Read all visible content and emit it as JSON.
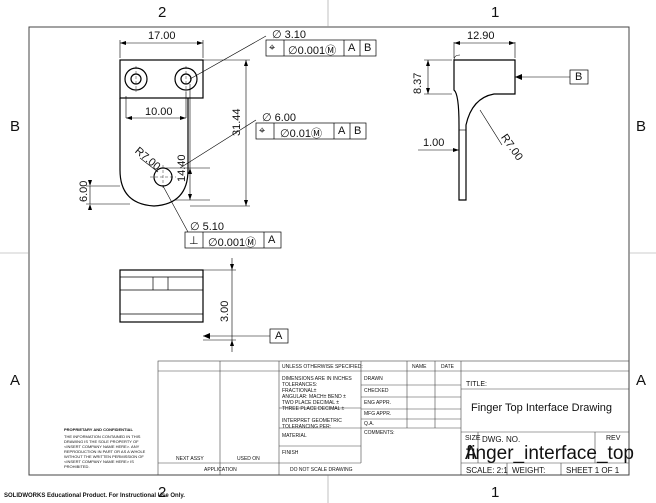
{
  "zones": {
    "top": [
      "2",
      "1"
    ],
    "bottom": [
      "2",
      "1"
    ],
    "left": [
      "B",
      "A"
    ],
    "right": [
      "B",
      "A"
    ]
  },
  "dimensions": {
    "width_17": "17.00",
    "width_10": "10.00",
    "height_31": "31.44",
    "height_14": "14.40",
    "height_6": "6.00",
    "radius_7_front": "R7.00",
    "radius_7_side": "R7.00",
    "width_12": "12.90",
    "height_8": "8.37",
    "thick_1": "1.00",
    "height_3": "3.00"
  },
  "fcf": {
    "dia_310": "∅ 3.10",
    "dia_600": "∅ 6.00",
    "dia_510": "∅ 5.10",
    "pos_tol_1": "∅0.001Ⓜ",
    "pos_tol_2": "∅0.01Ⓜ",
    "perp_tol": "∅0.001Ⓜ",
    "pos_symbol": "⌖",
    "perp_symbol": "⊥",
    "datum_a": "A",
    "datum_b": "B"
  },
  "datums": {
    "side_b": "B",
    "bottom_a": "A"
  },
  "title_block": {
    "unless": "UNLESS OTHERWISE SPECIFIED:",
    "dims_inches": "DIMENSIONS ARE IN INCHES",
    "tolerances": "TOLERANCES:",
    "fractional": "FRACTIONAL±",
    "angular": "ANGULAR: MACH±   BEND ±",
    "two_place": "TWO PLACE DECIMAL   ±",
    "three_place": "THREE PLACE DECIMAL  ±",
    "interpret": "INTERPRET GEOMETRIC",
    "tolerancing": "TOLERANCING PER:",
    "material": "MATERIAL",
    "finish": "FINISH",
    "do_not_scale": "DO NOT SCALE DRAWING",
    "next_assy": "NEXT ASSY",
    "used_on": "USED ON",
    "application": "APPLICATION",
    "name": "NAME",
    "date": "DATE",
    "drawn": "DRAWN",
    "checked": "CHECKED",
    "eng_appr": "ENG APPR.",
    "mfg_appr": "MFG APPR.",
    "qa": "Q.A.",
    "comments": "COMMENTS:",
    "title_label": "TITLE:",
    "title": "Finger Top Interface Drawing",
    "size_label": "SIZE",
    "size_value": "A",
    "dwg_no_label": "DWG.  NO.",
    "dwg_no": "finger_interface_top",
    "rev": "REV",
    "scale": "SCALE: 2:1",
    "weight": "WEIGHT:",
    "sheet": "SHEET 1 OF 1",
    "prop_title": "PROPRIETARY AND CONFIDENTIAL",
    "prop_lines": [
      "THE INFORMATION CONTAINED IN THIS",
      "DRAWING IS THE SOLE PROPERTY OF",
      "<INSERT COMPANY NAME HERE>.  ANY",
      "REPRODUCTION IN PART OR AS A WHOLE",
      "WITHOUT THE WRITTEN PERMISSION OF",
      "<INSERT COMPANY NAME HERE> IS",
      "PROHIBITED."
    ]
  },
  "footer": "SOLIDWORKS Educational Product. For Instructional Use Only."
}
